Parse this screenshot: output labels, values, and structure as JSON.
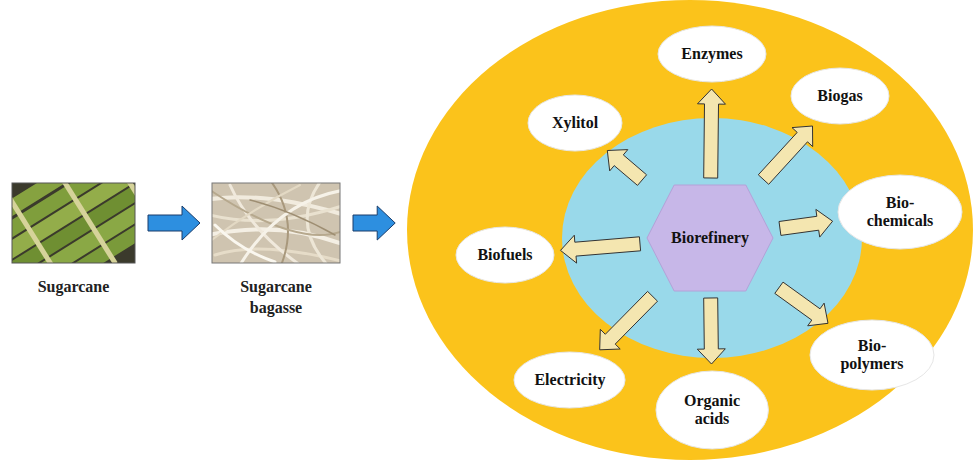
{
  "diagram": {
    "nodes": [
      {
        "text": [
          "Sugarcane"
        ]
      },
      {
        "text": [
          "Sugarcane bagasse"
        ]
      },
      {
        "text": [
          "Biorefinery"
        ]
      },
      {
        "text": [
          "Enzymes"
        ]
      },
      {
        "text": [
          "Biogas"
        ]
      },
      {
        "text": [
          "Bio- chemicals"
        ]
      },
      {
        "text": [
          "Bio- polymers"
        ]
      },
      {
        "text": [
          "Organic acids"
        ]
      },
      {
        "text": [
          "Electricity"
        ]
      },
      {
        "text": [
          "Biofuels"
        ]
      },
      {
        "text": [
          "Xylitol"
        ]
      }
    ],
    "edges": [
      {
        "from": 0,
        "to": 1,
        "arrow": "to"
      },
      {
        "from": 1,
        "to": 2,
        "arrow": "to"
      },
      {
        "from": 2,
        "to": 3,
        "arrow": "to"
      },
      {
        "from": 2,
        "to": 4,
        "arrow": "to"
      },
      {
        "from": 2,
        "to": 5,
        "arrow": "to"
      },
      {
        "from": 2,
        "to": 6,
        "arrow": "to"
      },
      {
        "from": 2,
        "to": 7,
        "arrow": "to"
      },
      {
        "from": 2,
        "to": 8,
        "arrow": "to"
      },
      {
        "from": 2,
        "to": 9,
        "arrow": "to"
      },
      {
        "from": 2,
        "to": 10,
        "arrow": "to"
      }
    ]
  }
}
